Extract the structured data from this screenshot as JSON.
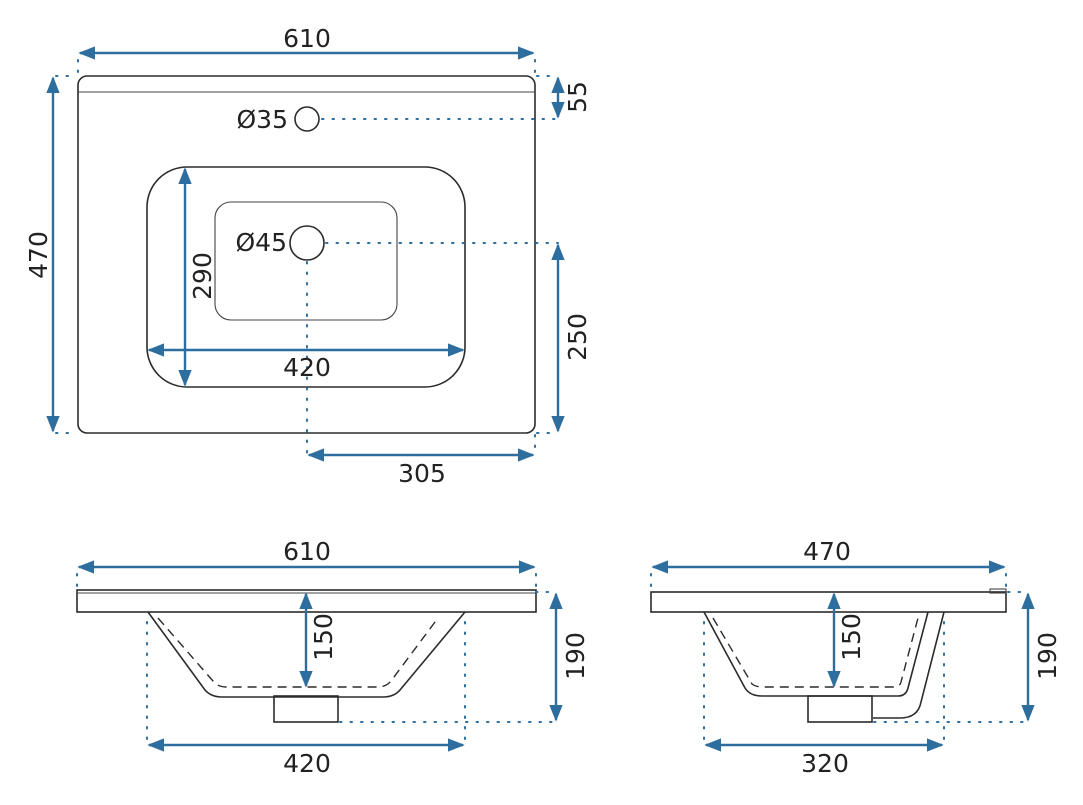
{
  "drawing": {
    "subject": "washbasin dimensional drawing",
    "units": "mm",
    "colors": {
      "dimension_line": "#2e6e9e",
      "outline": "#2b2b2b",
      "background": "#ffffff"
    }
  },
  "top_view": {
    "overall_width": "610",
    "overall_depth": "470",
    "back_edge_to_tap_hole": "55",
    "tap_hole_diameter": "Ø35",
    "drain_hole_diameter": "Ø45",
    "bowl_depth_dimension": "290",
    "bowl_width": "420",
    "drain_from_front": "250",
    "drain_from_side": "305"
  },
  "front_view": {
    "overall_width": "610",
    "bowl_depth": "150",
    "overall_height": "190",
    "bowl_width": "420"
  },
  "side_view": {
    "overall_depth": "470",
    "bowl_depth": "150",
    "overall_height": "190",
    "bowl_width": "320"
  }
}
